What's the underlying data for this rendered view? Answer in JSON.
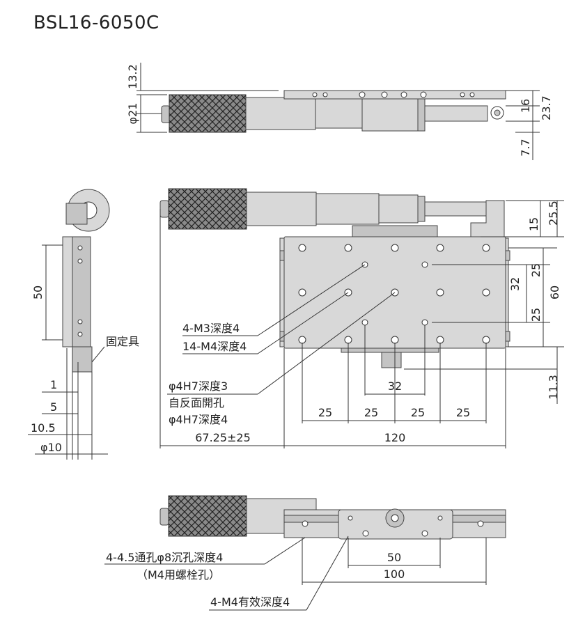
{
  "title": "BSL16-6050C",
  "labels": {
    "m3": "4-M3深度4",
    "m4": "14-M4深度4",
    "h7a": "φ4H7深度3",
    "backside": "自反面開孔",
    "h7b": "φ4H7深度4",
    "fixture": "固定具",
    "through": "4-4.5通孔φ8沉孔深度4",
    "bolt": "（M4用螺栓孔）",
    "m4eff": "4-M4有效深度4"
  },
  "dims": {
    "d13_2": "13.2",
    "d21": "φ21",
    "d16": "16",
    "d23_7": "23.7",
    "d7_7": "7.7",
    "d25_5": "25.5",
    "d15": "15",
    "d25a": "25",
    "d32v": "32",
    "d60": "60",
    "d25b": "25",
    "d11_3": "11.3",
    "d50v": "50",
    "d1": "1",
    "d5": "5",
    "d10_5": "10.5",
    "dphi10": "φ10",
    "d32h": "32",
    "d25_1": "25",
    "d25_2": "25",
    "d25_3": "25",
    "d25_4": "25",
    "d67": "67.25±25",
    "d120": "120",
    "d50h": "50",
    "d100": "100"
  }
}
